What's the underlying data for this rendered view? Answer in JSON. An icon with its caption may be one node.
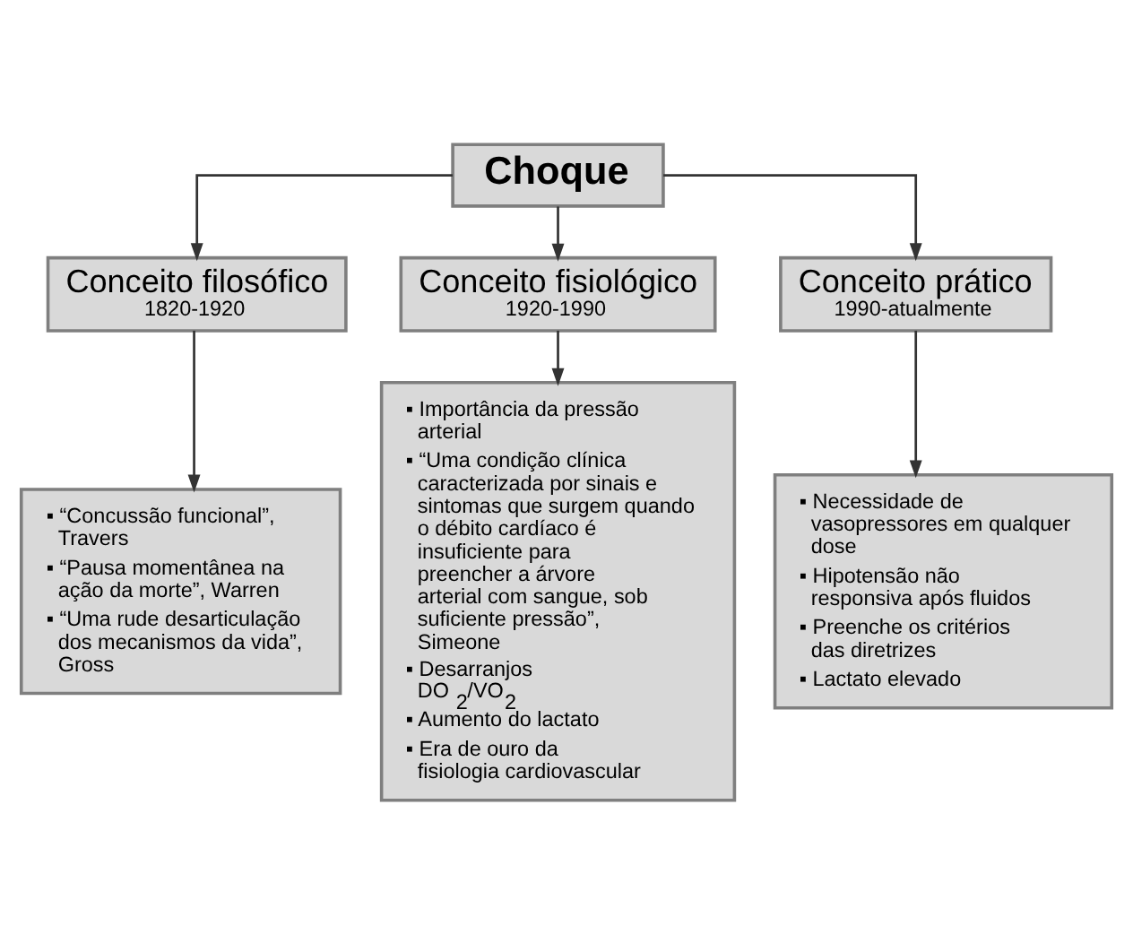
{
  "diagram": {
    "nodes": [
      {
        "text": [
          "Choque"
        ]
      },
      {
        "text": [
          "Conceito filosófico",
          "1820-1920"
        ]
      },
      {
        "text": [
          "Conceito fisiológico",
          "1920-1990"
        ]
      },
      {
        "text": [
          "Conceito prático",
          "1990-atualmente"
        ]
      },
      {
        "text": [
          "▪ “Concussão funcional”, Travers",
          "▪ “Pausa momentânea na ação da morte”, Warren",
          "▪ “Uma rude desarticulação dos mecanismos da vida”, Gross"
        ]
      },
      {
        "text": [
          "▪ Importância da pressão arterial",
          "▪ “Uma condição clínica caracterizada por sinais e sintomas que surgem quando o débito cardíaco é insuficiente para preencher a árvore arterial com sangue, sob suficiente pressão”, Simeone",
          "▪ Desarranjos DO$_{2}$/VO$_{2}$",
          "▪ Aumento do lactato",
          "▪ Era de ouro da fisiologia cardiovascular"
        ]
      },
      {
        "text": [
          "▪ Necessidade de vasopressores em qualquer dose",
          "▪ Hipotensão não responsiva após fluidos",
          "▪ Preenche os critérios das diretrizes",
          "▪ Lactato elevado"
        ]
      }
    ],
    "edges": [
      {
        "from": 0,
        "to": 1,
        "arrow": "to"
      },
      {
        "from": 0,
        "to": 2,
        "arrow": "to"
      },
      {
        "from": 0,
        "to": 3,
        "arrow": "to"
      },
      {
        "from": 1,
        "to": 4,
        "arrow": "to"
      },
      {
        "from": 2,
        "to": 5,
        "arrow": "to"
      },
      {
        "from": 3,
        "to": 6,
        "arrow": "to"
      }
    ]
  }
}
